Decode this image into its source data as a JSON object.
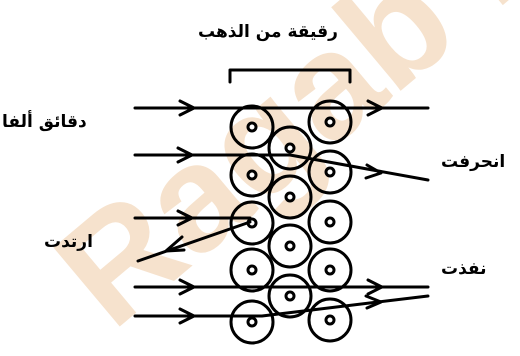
{
  "labels": {
    "title": "رقيقة من الذهب",
    "alpha": "دقائق ألفا",
    "deflected": "انحرفت",
    "bounced": "ارتدت",
    "passed": "نفذت"
  },
  "watermark": {
    "text": "Ragab Ra",
    "color": "#f3d9bd"
  },
  "colors": {
    "ink": "#000000",
    "background": "#ffffff"
  }
}
